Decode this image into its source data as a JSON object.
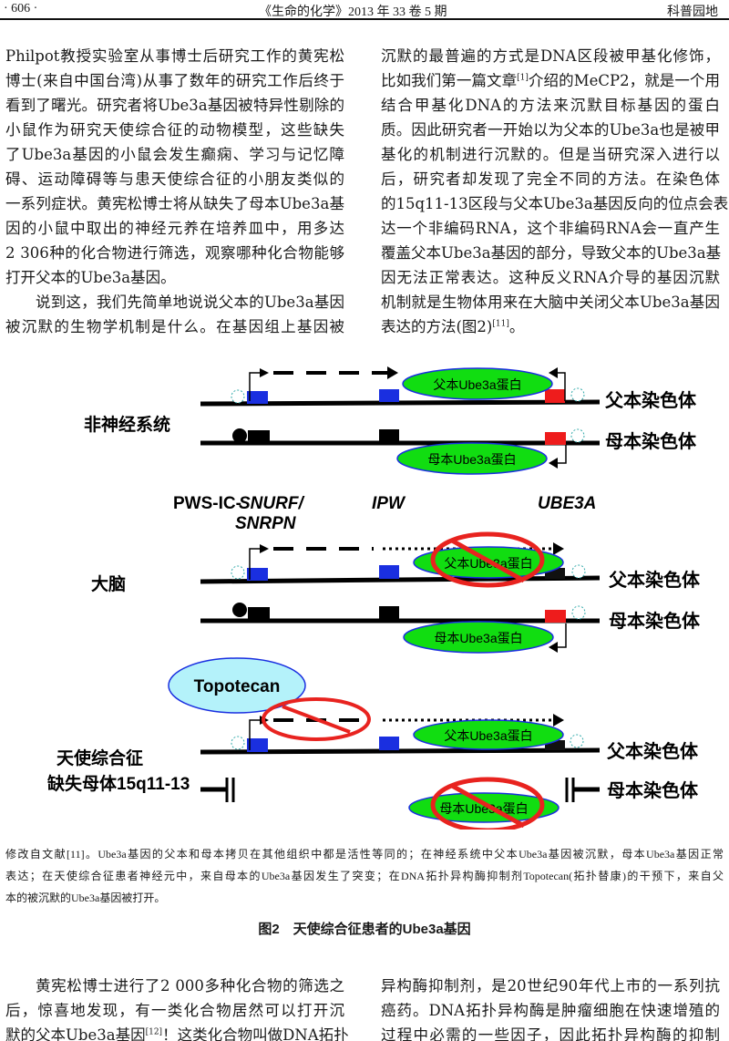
{
  "header": {
    "page_number": "· 606 ·",
    "journal": "《生命的化学》2013 年 33 卷 5 期",
    "section": "科普园地"
  },
  "top_left": [
    {
      "t": "Philpot教授实验室从事博士后研究工作的黄宪松"
    },
    {
      "t": "博士(来自中国台湾)从事了数年的研究工作后终于"
    },
    {
      "t": "看到了曙光。研究者将Ube3a基因被特异性剔除的"
    },
    {
      "t": "小鼠作为研究天使综合征的动物模型，这些缺失"
    },
    {
      "t": "了Ube3a基因的小鼠会发生癫痫、学习与记忆障"
    },
    {
      "t": "碍、运动障碍等与患天使综合征的小朋友类似的"
    },
    {
      "t": "一系列症状。黄宪松博士将从缺失了母本Ube3a基"
    },
    {
      "t": "因的小鼠中取出的神经元养在培养皿中，用多达"
    },
    {
      "t": "2 306种的化合物进行筛选，观察哪种化合物能够"
    },
    {
      "t": "打开父本的Ube3a基因。",
      "last": true
    },
    {
      "t": "说到这，我们先简单地说说父本的Ube3a基因",
      "ind": true
    },
    {
      "t": "被沉默的生物学机制是什么。在基因组上基因被"
    }
  ],
  "top_right": [
    {
      "t": "沉默的最普遍的方式是DNA区段被甲基化修饰，"
    },
    {
      "t": "比如我们第一篇文章",
      "sup": "[1]",
      "t2": "介绍的MeCP2，就是一个用"
    },
    {
      "t": "结合甲基化DNA的方法来沉默目标基因的蛋白"
    },
    {
      "t": "质。因此研究者一开始以为父本的Ube3a也是被甲"
    },
    {
      "t": "基化的机制进行沉默的。但是当研究深入进行以"
    },
    {
      "t": "后，研究者却发现了完全不同的方法。在染色体"
    },
    {
      "t": "的15q11-13区段与父本Ube3a基因反向的位点会表"
    },
    {
      "t": "达一个非编码RNA，这个非编码RNA会一直产生"
    },
    {
      "t": "覆盖父本Ube3a基因的部分，导致父本的Ube3a基"
    },
    {
      "t": "因无法正常表达。这种反义RNA介导的基因沉默"
    },
    {
      "t": "机制就是生物体用来在大脑中关闭父本Ube3a基因"
    },
    {
      "t": "表达的方法(图2)",
      "sup": "[11]",
      "t2": "。",
      "last": true
    }
  ],
  "figure": {
    "row_labels": {
      "non_neural": "非神经系统",
      "brain": "大脑",
      "angelman": "天使综合征",
      "deletion": "缺失母体15q11-13"
    },
    "chromosome_labels": {
      "paternal": "父本染色体",
      "maternal": "母本染色体"
    },
    "protein_labels": {
      "paternal": "父本Ube3a蛋白",
      "maternal": "母本Ube3a蛋白"
    },
    "gene_labels": {
      "pws_ic": "PWS-IC-",
      "snurf": "SNURF/",
      "snrpn": "SNRPN",
      "ipw": "IPW",
      "ube3a": "UBE3A"
    },
    "drug": "Topotecan",
    "colors": {
      "blue": "#1a2fe0",
      "red": "#ee1c1c",
      "green": "#11dd11",
      "cyan": "#b4f2fa",
      "prohibit": "#e8231f"
    }
  },
  "caption": [
    {
      "t": "修改自文献[11]。Ube3a基因的父本和母本拷贝在其他组织中都是活性等同的；在神经系统中父本Ube3a基因被沉默，母本Ube3a基因正常"
    },
    {
      "t": "表达；在天使综合征患者神经元中，来自母本的Ube3a基因发生了突变；在DNA拓扑异构酶抑制剂Topotecan(拓扑替康)的干预下，来自父"
    },
    {
      "t": "本的被沉默的Ube3a基因被打开。",
      "last": true
    }
  ],
  "figure_title": "图2　天使综合征患者的Ube3a基因",
  "bottom_left": [
    {
      "t": "黄宪松博士进行了2 000多种化合物的筛选之",
      "ind": true
    },
    {
      "t": "后，惊喜地发现，有一类化合物居然可以打开沉"
    },
    {
      "t": "默的父本Ube3a基因",
      "sup": "[12]",
      "t2": "！这类化合物叫做DNA拓扑"
    }
  ],
  "bottom_right": [
    {
      "t": "异构酶抑制剂，是20世纪90年代上市的一系列抗"
    },
    {
      "t": "癌药。DNA拓扑异构酶是肿瘤细胞在快速增殖的"
    },
    {
      "t": "过程中必需的一些因子，因此拓扑异构酶的抑制"
    }
  ]
}
